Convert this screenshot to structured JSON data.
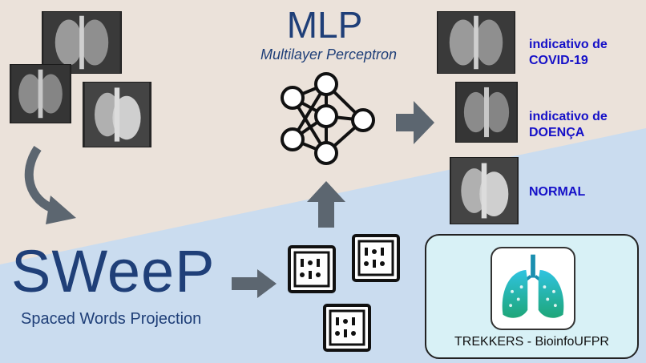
{
  "mlp": {
    "title": "MLP",
    "subtitle": "Multilayer Perceptron"
  },
  "sweep": {
    "title": "SWeeP",
    "subtitle": "Spaced Words Projection"
  },
  "results": [
    {
      "line1": "indicativo de",
      "line2": "COVID-19"
    },
    {
      "line1": "indicativo de",
      "line2": "DOENÇA"
    },
    {
      "line1": "NORMAL",
      "line2": ""
    }
  ],
  "trekkers": {
    "label": "TREKKERS - BioinfoUFPR"
  },
  "colors": {
    "top_bg": "#ebe2da",
    "bottom_bg": "#cadcef",
    "title_blue": "#1f3f78",
    "result_blue": "#1510c8",
    "arrow_gray": "#5c6670"
  },
  "icons": [
    "xray-image",
    "curved-arrow-icon",
    "right-arrow-icon",
    "up-arrow-icon",
    "binary-chip-icon",
    "neural-network-icon",
    "lungs-logo-icon"
  ]
}
